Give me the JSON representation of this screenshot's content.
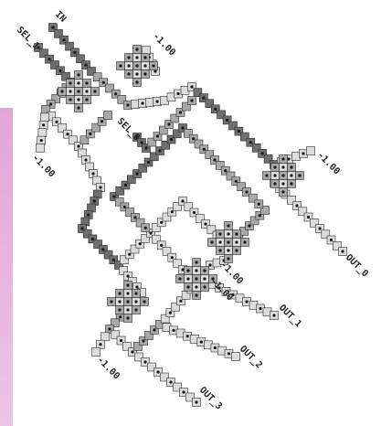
{
  "diagram": {
    "colors": {
      "background": "#ffffff",
      "panel": "#e3a5d9",
      "tile_dark": "#6f6f6f",
      "tile_mid": "#a9a9a9",
      "tile_light": "#dcdcdc",
      "tile_white": "#f5f5f5",
      "dot": "#1a1a1a"
    },
    "labels": {
      "in": "IN",
      "sel_1": "SEL_1",
      "sel_0": "SEL_0",
      "out_0": "OUT_0",
      "out_1": "OUT_1",
      "out_2": "OUT_2",
      "out_3": "OUT_3",
      "value_a": "-1.00",
      "value_b": "-1.00",
      "value_c": "-1.00",
      "value_d": "-1.00",
      "value_e": "-1.00",
      "value_f": "-1.00"
    }
  }
}
